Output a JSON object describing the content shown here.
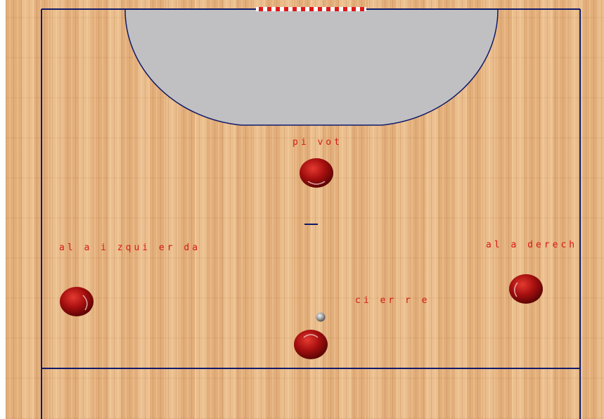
{
  "labels": {
    "pivot": "pi vot",
    "ala_izquierda": "al a   i zqui er da",
    "ala_derecha": "al a   derech",
    "cierre": "ci er r e"
  },
  "colors": {
    "court_line": "#101a6a",
    "goal_area": "#c0c0c2",
    "label": "#d71a12",
    "player": "#9e0b0b",
    "ball": "#9a9a9a"
  },
  "icons": {
    "player": "red-sphere",
    "ball": "grey-sphere"
  }
}
